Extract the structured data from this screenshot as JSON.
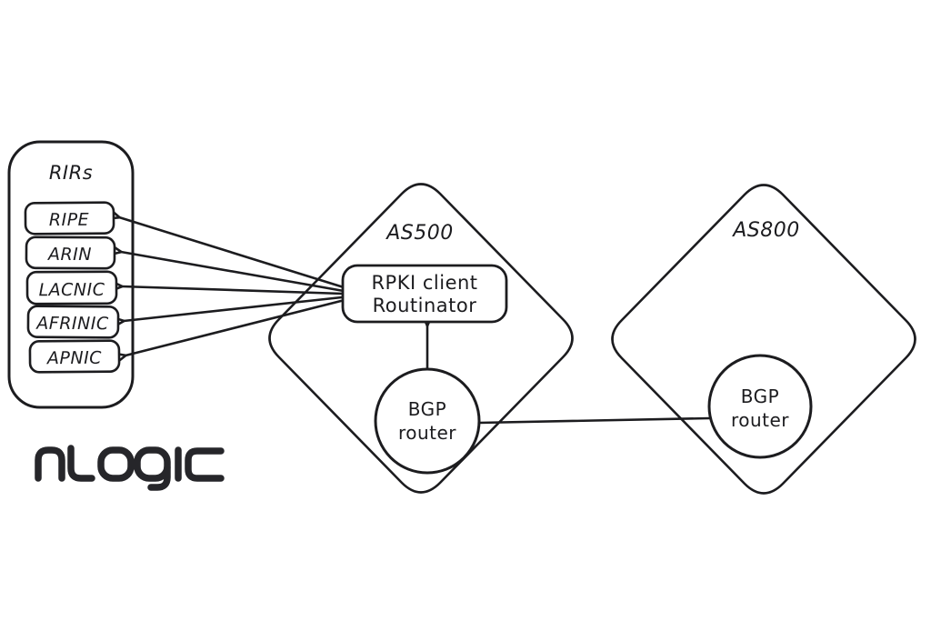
{
  "rirs_panel": {
    "title": "RIRs",
    "items": [
      "RIPE",
      "ARIN",
      "LACNIC",
      "AFRINIC",
      "APNIC"
    ]
  },
  "as500": {
    "label": "AS500",
    "rpki_client": {
      "line1": "RPKI client",
      "line2": "Routinator"
    },
    "bgp_router": {
      "line1": "BGP",
      "line2": "router"
    }
  },
  "as800": {
    "label": "AS800",
    "bgp_router": {
      "line1": "BGP",
      "line2": "router"
    }
  },
  "logo": {
    "text": "nLogic"
  },
  "colors": {
    "ink": "#1c1c1f",
    "logo_ink": "#26262a",
    "background": "#ffffff"
  },
  "connections": {
    "rpki_to_rirs": [
      "RIPE",
      "ARIN",
      "LACNIC",
      "AFRINIC",
      "APNIC"
    ],
    "bgp_router_as500_to_rpki_client": "arrow-up",
    "bgp_router_as500_to_bgp_router_as800": "line"
  }
}
